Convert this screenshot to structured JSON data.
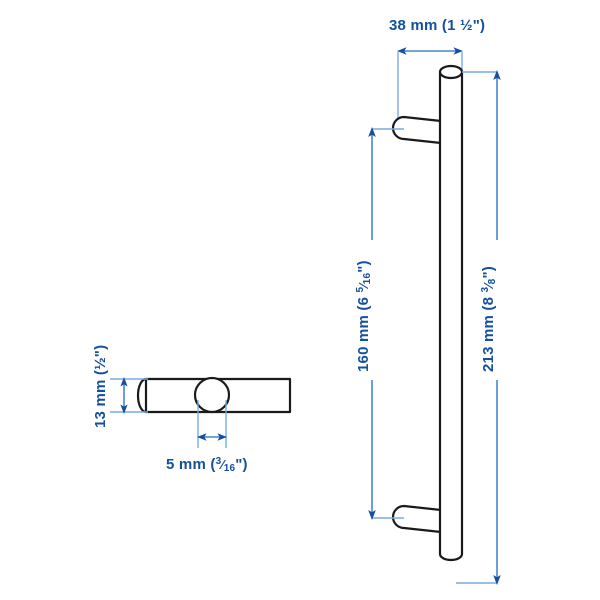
{
  "document": {
    "type": "technical-dimension-drawing",
    "subject": "cylindrical bar handle",
    "background_color": "#ffffff",
    "line_color": "#1a1a1a",
    "dimension_color": "#14509e",
    "extension_line_color": "#7aaade"
  },
  "dimensions": {
    "width_top": {
      "label": "38 mm (1 ½\")",
      "value_mm": 38,
      "value_imperial": "1 1/2\"",
      "orientation": "horizontal",
      "position": "top"
    },
    "center_distance": {
      "label": "160 mm (6 5/16\")",
      "label_prefix": "160 mm (6 ",
      "fraction_numerator": "5",
      "fraction_denominator": "16",
      "label_suffix": "\")",
      "value_mm": 160,
      "value_imperial": "6 5/16\"",
      "orientation": "vertical",
      "position": "left-of-handle"
    },
    "total_length": {
      "label": "213 mm (8 3/8\")",
      "label_prefix": "213 mm (8 ",
      "fraction_numerator": "3",
      "fraction_denominator": "8",
      "label_suffix": "\")",
      "value_mm": 213,
      "value_imperial": "8 3/8\"",
      "orientation": "vertical",
      "position": "right-of-handle"
    },
    "bar_height": {
      "label": "13 mm (½\")",
      "value_mm": 13,
      "value_imperial": "1/2\"",
      "orientation": "vertical",
      "position": "detail-view-left"
    },
    "hole_diameter": {
      "label": "5 mm (3/16\")",
      "label_prefix": "5 mm (",
      "fraction_numerator": "3",
      "fraction_denominator": "16",
      "label_suffix": "\")",
      "value_mm": 5,
      "value_imperial": "3/16\"",
      "orientation": "horizontal",
      "position": "detail-view-bottom"
    }
  },
  "views": {
    "detail_view": {
      "name": "side-profile-detail",
      "has_hole": true,
      "hole_shape": "circle"
    },
    "main_view": {
      "name": "handle-front-elevation",
      "has_top_leg": true,
      "has_bottom_leg": true,
      "bar_shape": "cylinder"
    }
  }
}
